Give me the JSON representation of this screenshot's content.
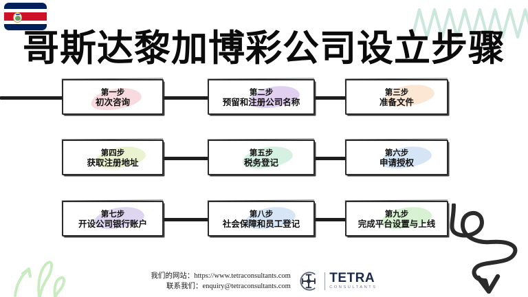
{
  "page": {
    "title": "哥斯达黎加博彩公司设立步骤",
    "background": "#ffffff"
  },
  "flag": {
    "name": "costa-rica-flag",
    "colors": {
      "blue": "#00205c",
      "white": "#ffffff",
      "red": "#ce1126"
    }
  },
  "flow": {
    "rows": [
      {
        "boxes": [
          {
            "step": "第一步",
            "name": "初次咨询",
            "blob": "#f7d5d8"
          },
          {
            "step": "第二步",
            "name": "预留和注册公司名称",
            "blob": "#ddc8ef"
          },
          {
            "step": "第三步",
            "name": "准备文件",
            "blob": "#fae3cd"
          }
        ]
      },
      {
        "boxes": [
          {
            "step": "第四步",
            "name": "获取注册地址",
            "blob": "#e8f0c8"
          },
          {
            "step": "第五步",
            "name": "税务登记",
            "blob": "#cfeedd"
          },
          {
            "step": "第六步",
            "name": "申请授权",
            "blob": "#cfe0f4"
          }
        ]
      },
      {
        "boxes": [
          {
            "step": "第七步",
            "name": "开设公司银行账户",
            "blob": "#d8cfef"
          },
          {
            "step": "第八步",
            "name": "社会保障和员工登记",
            "blob": "#cfe2f6"
          },
          {
            "step": "第九步",
            "name": "完成平台设置与上线",
            "blob": "#d2eecb"
          }
        ]
      }
    ]
  },
  "footer": {
    "website_label": "我们的网站：",
    "website_value": "https://www.tetraconsultants.com",
    "contact_label": "联系我们：",
    "contact_value": "enquiry@tetraconsultants.com",
    "brand": "TETRA",
    "brand_sub": "CONSULTANTS",
    "brand_color": "#1b2a4a"
  },
  "decorations": {
    "wave_color": "#cce8dc",
    "leaves_color": "#c8ecc0",
    "arrow_color": "#2b2b2b"
  }
}
